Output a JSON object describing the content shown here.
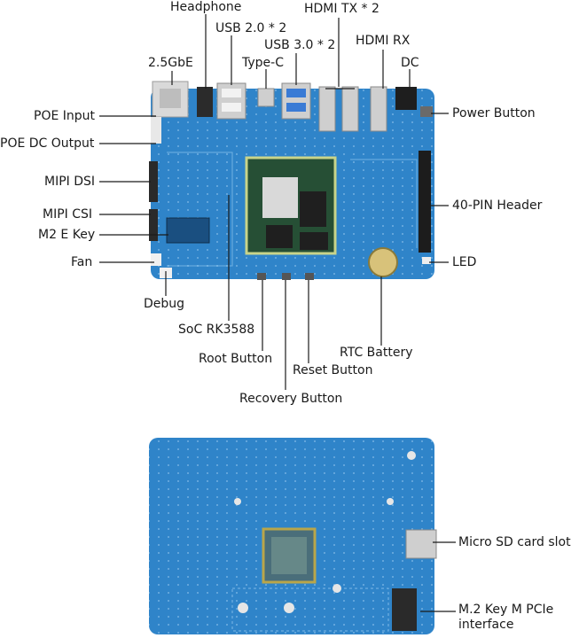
{
  "top_board": {
    "labels": {
      "headphone": "Headphone",
      "usb2": "USB 2.0 * 2",
      "hdmi_tx": "HDMI TX * 2",
      "usb3": "USB 3.0 * 2",
      "hdmi_rx": "HDMI RX",
      "gbe": "2.5GbE",
      "type_c": "Type-C",
      "dc": "DC",
      "poe_input": "POE Input",
      "power_button": "Power Button",
      "poe_dc_output": "POE DC Output",
      "mipi_dsi": "MIPI DSI",
      "pin_header": "40-PIN Header",
      "mipi_csi": "MIPI CSI",
      "m2_e_key": "M2 E Key",
      "fan": "Fan",
      "led": "LED",
      "debug": "Debug",
      "soc": "SoC RK3588",
      "rtc_battery": "RTC Battery",
      "root_button": "Root Button",
      "reset_button": "Reset Button",
      "recovery_button": "Recovery Button"
    }
  },
  "bottom_board": {
    "labels": {
      "microsd": "Micro SD card slot",
      "m2_key_m_line1": "M.2 Key M PCIe",
      "m2_key_m_line2": "interface"
    }
  },
  "colors": {
    "pcb": "#2f84c9",
    "pcb_dark": "#1f6aa8",
    "soc_frame": "#c8d48a",
    "leader_line": "#1a1a1a"
  }
}
